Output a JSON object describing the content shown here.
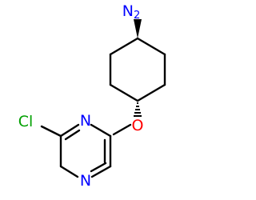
{
  "molecule": {
    "atoms": {
      "amine": {
        "symbol": "N",
        "subscript": "2",
        "color": "#0000ff"
      },
      "ether_oxygen": {
        "symbol": "O",
        "color": "#ff0000"
      },
      "chlorine": {
        "symbol": "Cl",
        "color": "#00a000"
      },
      "ring_n1": {
        "symbol": "N",
        "color": "#0000ff"
      },
      "ring_n4": {
        "symbol": "N",
        "color": "#0000ff"
      }
    },
    "bond_color": "#000000",
    "stereo_bonds": [
      "wedge",
      "hash"
    ]
  }
}
